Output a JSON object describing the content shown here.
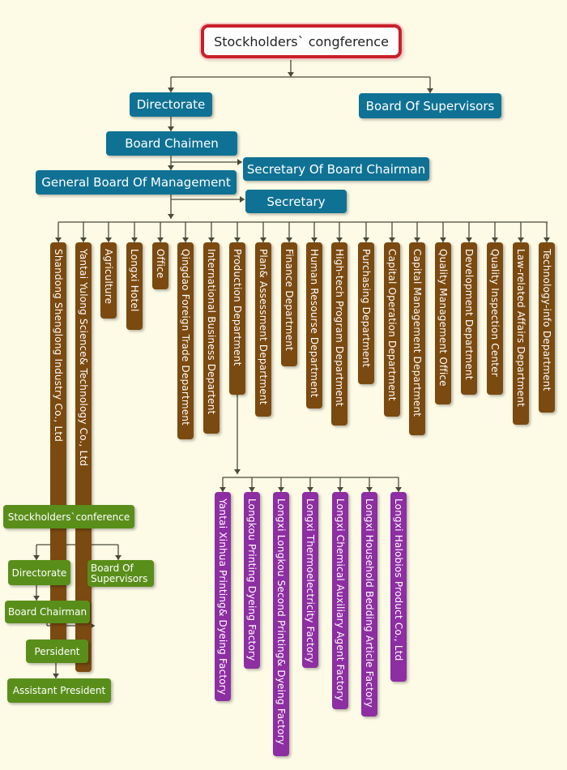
{
  "top": "Stockholders` congference",
  "blue": {
    "directorate": "Directorate",
    "supervisors": "Board Of Supervisors",
    "chairmen": "Board Chaimen",
    "secretary_chairman": "Secretary Of Board Chairman",
    "general_board": "General Board Of Management",
    "secretary": "Secretary"
  },
  "departments": [
    "Shandong Shenglong Industry Co., Ltd",
    "Yantai Yulong Science& Technology Co., Ltd",
    "Agriculture",
    "Longxi Hotel",
    "Office",
    "Qingdao Foreign Trade Department",
    "International Business Departent",
    "Production Department",
    "Plan& Assessment Department",
    "Finance Department",
    "Human Resourse Department",
    "High-tech Program Department",
    "Purchasing Department",
    "Capital Operation Department",
    "Capital Management Department",
    "Quality Management Office",
    "Development Department",
    "Quality Inspection Center",
    "Law-related Affairs Department",
    "Technology-info Department"
  ],
  "factories": [
    "Yantai Xinhua Printing& Dyeing Factory",
    "Longkou Printing Dyeing Factory",
    "Longxi Longkou Second Printing& Dyeing Factory",
    "Longxi Thermoelectricity Factory",
    "Longxi  Chemical Auxiliary Agent Factory",
    "Longxi  Household Bedding Article Factory",
    "Longxi Halobios Product Co., Ltd"
  ],
  "green": {
    "conference": "Stockholders`conference",
    "directorate": "Directorate",
    "supervisors": "Board Of Supervisors",
    "chairman": "Board Chairman",
    "president": "Persident",
    "assistant": "Assistant President"
  },
  "colors": {
    "blue": "#0f7294",
    "brown": "#7b4a10",
    "purple": "#8d2ea2",
    "green": "#5a8e1a",
    "top_border": "#c8202a",
    "connector": "#4a4a3a",
    "background": "#fdfbe6"
  }
}
